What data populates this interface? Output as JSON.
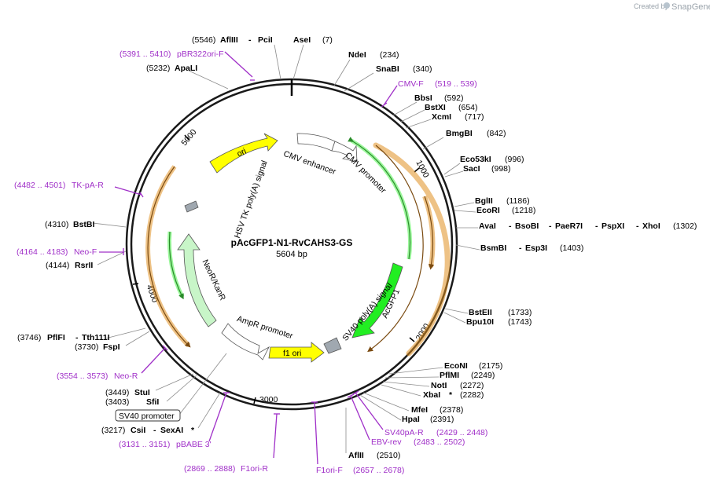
{
  "header": {
    "created_by": "Created by",
    "brand": "SnapGene"
  },
  "plasmid": {
    "name": "pAcGFP1-N1-RvCAHS3-GS",
    "size": "5604 bp"
  },
  "ruler_ticks": [
    "1000",
    "2000",
    "3000",
    "4000",
    "5000"
  ],
  "features": {
    "ori": "ori",
    "cmv_enhancer": "CMV enhancer",
    "cmv_promoter": "CMV promoter",
    "acgfp1": "AcGFP1",
    "sv40_polya": "SV40 poly(A) signal",
    "f1_ori": "f1 ori",
    "ampr_promoter": "AmpR promoter",
    "neor": "NeoR/KanR",
    "hsv_tk": "HSV TK poly(A) signal",
    "sv40_promoter_box": "SV40 promoter"
  },
  "sites": {
    "afliii_pcii": {
      "pos": "(5546)",
      "n1": "AflIII",
      "sep": "-",
      "n2": "PciI"
    },
    "asei": {
      "name": "AseI",
      "pos": "(7)"
    },
    "ndei": {
      "name": "NdeI",
      "pos": "(234)"
    },
    "snabi": {
      "name": "SnaBI",
      "pos": "(340)"
    },
    "bbsi": {
      "name": "BbsI",
      "pos": "(592)"
    },
    "bstxi": {
      "name": "BstXI",
      "pos": "(654)"
    },
    "xcmi": {
      "name": "XcmI",
      "pos": "(717)"
    },
    "bmgbi": {
      "name": "BmgBI",
      "pos": "(842)"
    },
    "eco53ki": {
      "name": "Eco53kI",
      "pos": "(996)"
    },
    "saci": {
      "name": "SacI",
      "pos": "(998)"
    },
    "bglii": {
      "name": "BglII",
      "pos": "(1186)"
    },
    "ecori": {
      "name": "EcoRI",
      "pos": "(1218)"
    },
    "avai_group": {
      "n1": "AvaI",
      "n2": "BsoBI",
      "n3": "PaeR7I",
      "n4": "PspXI",
      "n5": "XhoI",
      "sep": "-",
      "pos": "(1302)"
    },
    "bsmbi_group": {
      "n1": "BsmBI",
      "n2": "Esp3I",
      "sep": "-",
      "pos": "(1403)"
    },
    "bsteii": {
      "name": "BstEII",
      "pos": "(1733)"
    },
    "bpu10i": {
      "name": "Bpu10I",
      "pos": "(1743)"
    },
    "econi": {
      "name": "EcoNI",
      "pos": "(2175)"
    },
    "pflmi": {
      "name": "PflMI",
      "pos": "(2249)"
    },
    "noti": {
      "name": "NotI",
      "pos": "(2272)"
    },
    "xbai": {
      "name": "XbaI",
      "star": "*",
      "pos": "(2282)"
    },
    "mfei": {
      "name": "MfeI",
      "pos": "(2378)"
    },
    "hpai": {
      "name": "HpaI",
      "pos": "(2391)"
    },
    "aflii": {
      "name": "AflII",
      "pos": "(2510)"
    },
    "apali": {
      "pos": "(5232)",
      "name": "ApaLI"
    },
    "bstbi": {
      "pos": "(4310)",
      "name": "BstBI"
    },
    "rsrii": {
      "pos": "(4144)",
      "name": "RsrII"
    },
    "pflfi_group": {
      "pos": "(3746)",
      "n1": "PflFI",
      "sep": "-",
      "n2": "Tth111I"
    },
    "fspi": {
      "pos": "(3730)",
      "name": "FspI"
    },
    "stui": {
      "pos": "(3449)",
      "name": "StuI"
    },
    "sfii": {
      "pos": "(3403)",
      "name": "SfiI"
    },
    "csii_group": {
      "pos": "(3217)",
      "n1": "CsiI",
      "sep": "-",
      "n2": "SexAI",
      "star": "*"
    }
  },
  "primers": {
    "pbr322ori_f": {
      "range": "(5391 .. 5410)",
      "name": "pBR322ori-F"
    },
    "cmv_f": {
      "name": "CMV-F",
      "range": "(519 .. 539)"
    },
    "tk_pa_r": {
      "range": "(4482 .. 4501)",
      "name": "TK-pA-R"
    },
    "neo_f": {
      "range": "(4164 .. 4183)",
      "name": "Neo-F"
    },
    "neo_r": {
      "range": "(3554 .. 3573)",
      "name": "Neo-R"
    },
    "pbabe3": {
      "range": "(3131 .. 3151)",
      "name": "pBABE 3'"
    },
    "f1ori_r": {
      "range": "(2869 .. 2888)",
      "name": "F1ori-R"
    },
    "f1ori_f": {
      "name": "F1ori-F",
      "range": "(2657 .. 2678)"
    },
    "ebv_rev": {
      "name": "EBV-rev",
      "range": "(2483 .. 2502)"
    },
    "sv40pa_r": {
      "name": "SV40pA-R",
      "range": "(2429 .. 2448)"
    }
  },
  "colors": {
    "backbone": "#1a1a1a",
    "ori": "#ffff00",
    "acgfp1": "#22ee22",
    "orf_fill": "#ffe0a0",
    "orf_stroke": "#e09020",
    "orf_inner": "#7a4a10",
    "neor": "#c8f5c8",
    "primer": "#a030c8",
    "gray_box": "#a0a8b0"
  }
}
